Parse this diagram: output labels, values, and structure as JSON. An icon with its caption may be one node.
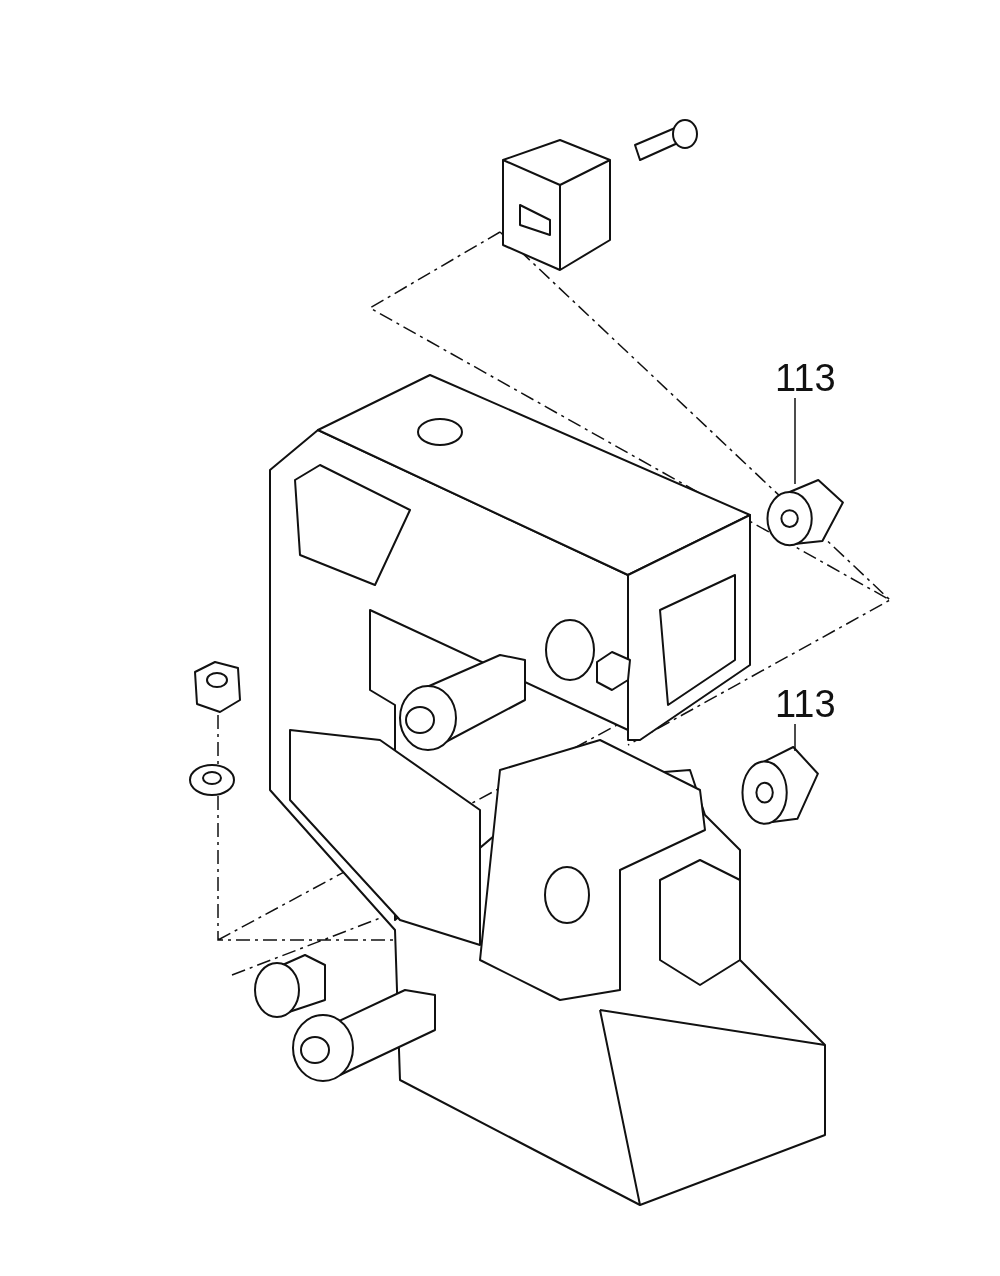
{
  "diagram": {
    "nodes": [
      {
        "text": [
          "113"
        ]
      },
      {
        "text": [],
        "shape": "picture"
      },
      {
        "text": [
          "113"
        ]
      },
      {
        "text": [],
        "shape": "picture"
      }
    ],
    "edges": [
      {
        "from": 0,
        "to": 1,
        "arrow": "none"
      },
      {
        "from": 2,
        "to": 3,
        "arrow": "none"
      }
    ]
  }
}
